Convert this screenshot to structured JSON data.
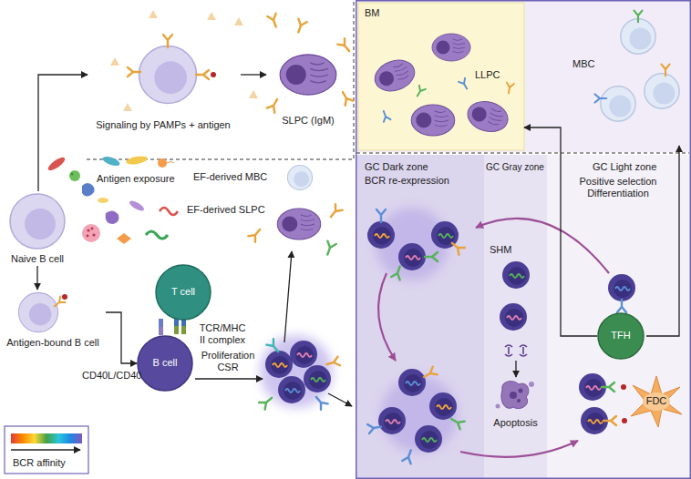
{
  "diagram": {
    "nodes": [
      {
        "text": [
          "Naive B cell"
        ]
      },
      {
        "text": [
          "Signaling by PAMPs + antigen"
        ]
      },
      {
        "text": [
          "SLPC (IgM)"
        ]
      },
      {
        "text": [
          "EF-derived MBC"
        ]
      },
      {
        "text": [
          "EF-derived SLPC"
        ]
      },
      {
        "text": [
          "T cell"
        ]
      },
      {
        "text": [
          "Antigen-bound B cell"
        ]
      },
      {
        "text": [
          "B cell"
        ]
      },
      {
        "text": [
          "BM"
        ]
      },
      {
        "text": [
          "LLPC"
        ],
        "in": 8
      },
      {
        "text": [
          "MBC"
        ]
      },
      {
        "text": [
          "GC Dark zone",
          "BCR re-expression"
        ]
      },
      {
        "text": [
          "GC Gray zone"
        ]
      },
      {
        "text": [
          "Apoptosis"
        ],
        "in": 12
      },
      {
        "text": [
          "GC Light zone",
          "Positive selection Differentiation"
        ]
      },
      {
        "text": [
          "TFH"
        ],
        "in": 14
      },
      {
        "text": [
          "FDC"
        ],
        "in": 14
      }
    ],
    "edges": [
      {
        "from": 0,
        "to": 1,
        "arrow": "to"
      },
      {
        "from": 1,
        "to": 2,
        "arrow": "to"
      },
      {
        "from": 0,
        "to": 6,
        "arrow": "to"
      },
      {
        "from": 6,
        "to": 7,
        "arrow": "to"
      },
      {
        "from": 15,
        "to": 8,
        "arrow": "to"
      },
      {
        "from": 15,
        "to": 10,
        "arrow": "to"
      }
    ],
    "labels": [
      "Antigen exposure",
      "CD40L/CD40",
      "TCR/MHC II complex",
      "Proliferation CSR",
      "SHM"
    ],
    "legend": [
      {
        "text": "BCR affinity"
      }
    ]
  }
}
